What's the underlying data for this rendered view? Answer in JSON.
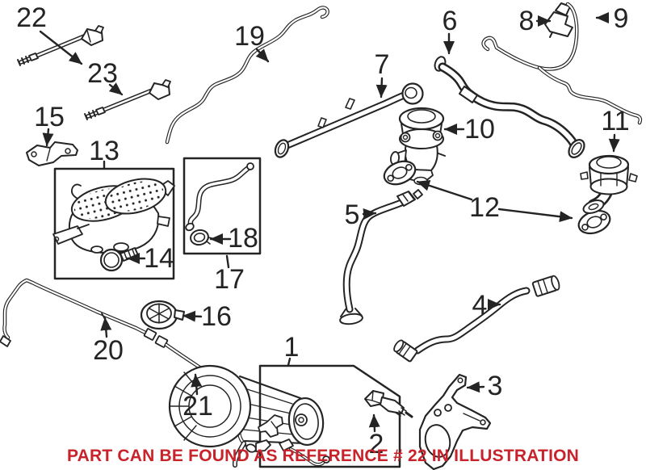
{
  "diagram": {
    "kind": "parts-illustration",
    "line_color": "#242424",
    "background": "#ffffff",
    "callouts": [
      "1",
      "2",
      "3",
      "4",
      "5",
      "6",
      "7",
      "8",
      "9",
      "10",
      "11",
      "12",
      "13",
      "14",
      "15",
      "16",
      "17",
      "18",
      "19",
      "20",
      "21",
      "22",
      "23"
    ]
  },
  "notice": {
    "text": "PART CAN BE FOUND AS REFERENCE # 22 IN ILLUSTRATION",
    "color": "#c8232a"
  }
}
